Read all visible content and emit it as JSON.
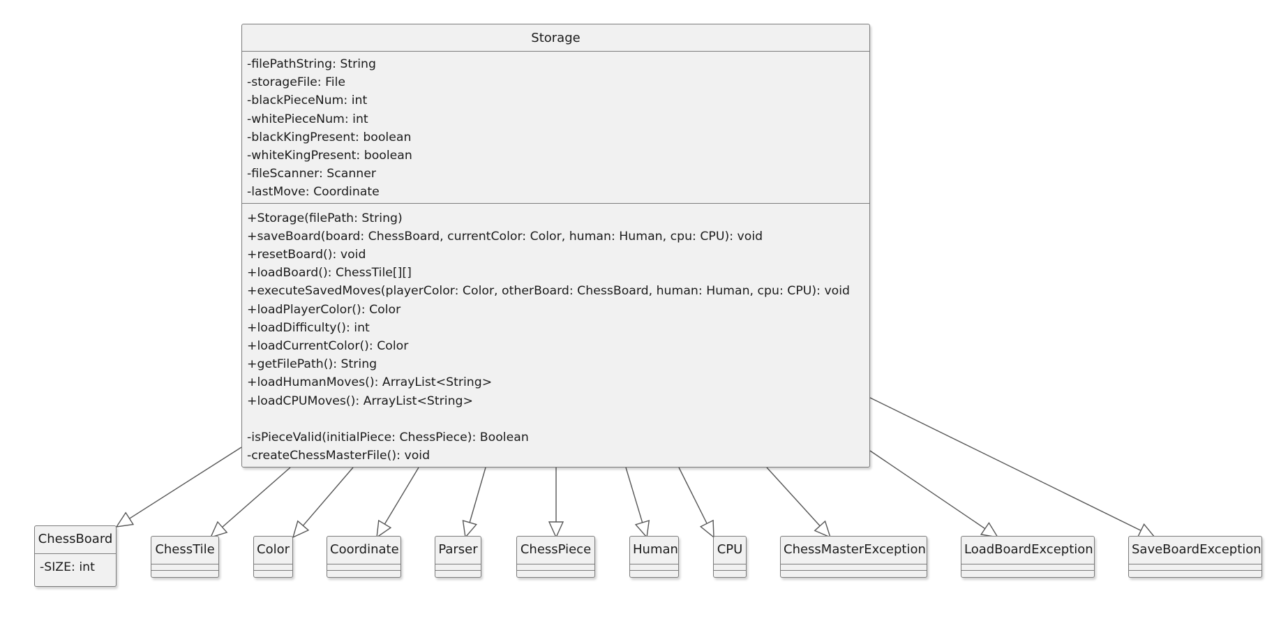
{
  "storage": {
    "name": "Storage",
    "attributes": [
      "-filePathString: String",
      "-storageFile: File",
      "-blackPieceNum: int",
      "-whitePieceNum: int",
      "-blackKingPresent: boolean",
      "-whiteKingPresent: boolean",
      "-fileScanner: Scanner",
      "-lastMove: Coordinate"
    ],
    "public_methods": [
      "+Storage(filePath: String)",
      "+saveBoard(board: ChessBoard, currentColor: Color, human: Human, cpu: CPU): void",
      "+resetBoard(): void",
      "+loadBoard(): ChessTile[][]",
      "+executeSavedMoves(playerColor: Color, otherBoard: ChessBoard, human: Human, cpu: CPU): void",
      "+loadPlayerColor(): Color",
      "+loadDifficulty(): int",
      "+loadCurrentColor(): Color",
      "+getFilePath(): String",
      "+loadHumanMoves(): ArrayList<String>",
      "+loadCPUMoves(): ArrayList<String>"
    ],
    "private_methods": [
      "-isPieceValid(initialPiece: ChessPiece): Boolean",
      "-createChessMasterFile(): void"
    ]
  },
  "dependencies": [
    {
      "name": "ChessBoard",
      "attribute": "-SIZE: int"
    },
    {
      "name": "ChessTile"
    },
    {
      "name": "Color"
    },
    {
      "name": "Coordinate"
    },
    {
      "name": "Parser"
    },
    {
      "name": "ChessPiece"
    },
    {
      "name": "Human"
    },
    {
      "name": "CPU"
    },
    {
      "name": "ChessMasterException"
    },
    {
      "name": "LoadBoardException"
    },
    {
      "name": "SaveBoardException"
    }
  ],
  "colors": {
    "box_fill": "#f1f1f1",
    "border": "#7b7b7b",
    "line": "#555555",
    "text": "#1a1a1a"
  }
}
